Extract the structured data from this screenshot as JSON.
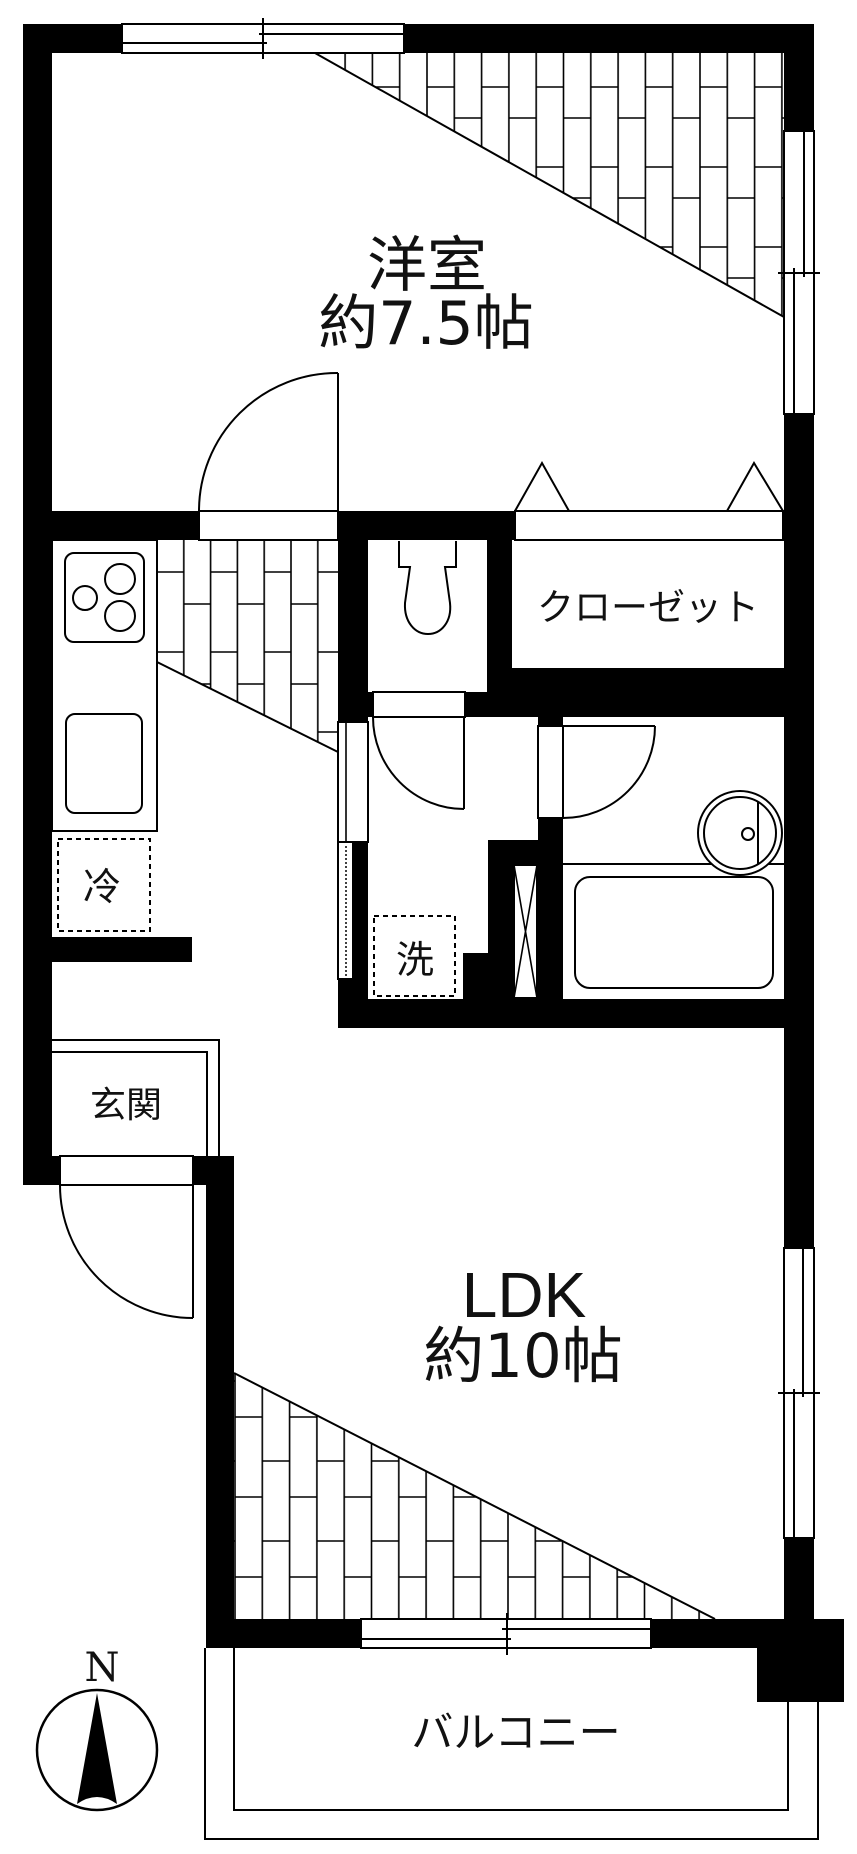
{
  "plan": {
    "rooms": {
      "western_room": {
        "name": "洋室",
        "area": "約7.5帖"
      },
      "ldk": {
        "name": "LDK",
        "area": "約10帖"
      },
      "closet": {
        "name": "クローゼット"
      },
      "entrance": {
        "name": "玄関"
      },
      "balcony": {
        "name": "バルコニー"
      }
    },
    "fixtures": {
      "refrigerator": "冷",
      "washing_machine": "洗"
    },
    "compass": {
      "label": "N"
    }
  },
  "colors": {
    "wall": "#000000",
    "background": "#ffffff",
    "line": "#000000"
  }
}
